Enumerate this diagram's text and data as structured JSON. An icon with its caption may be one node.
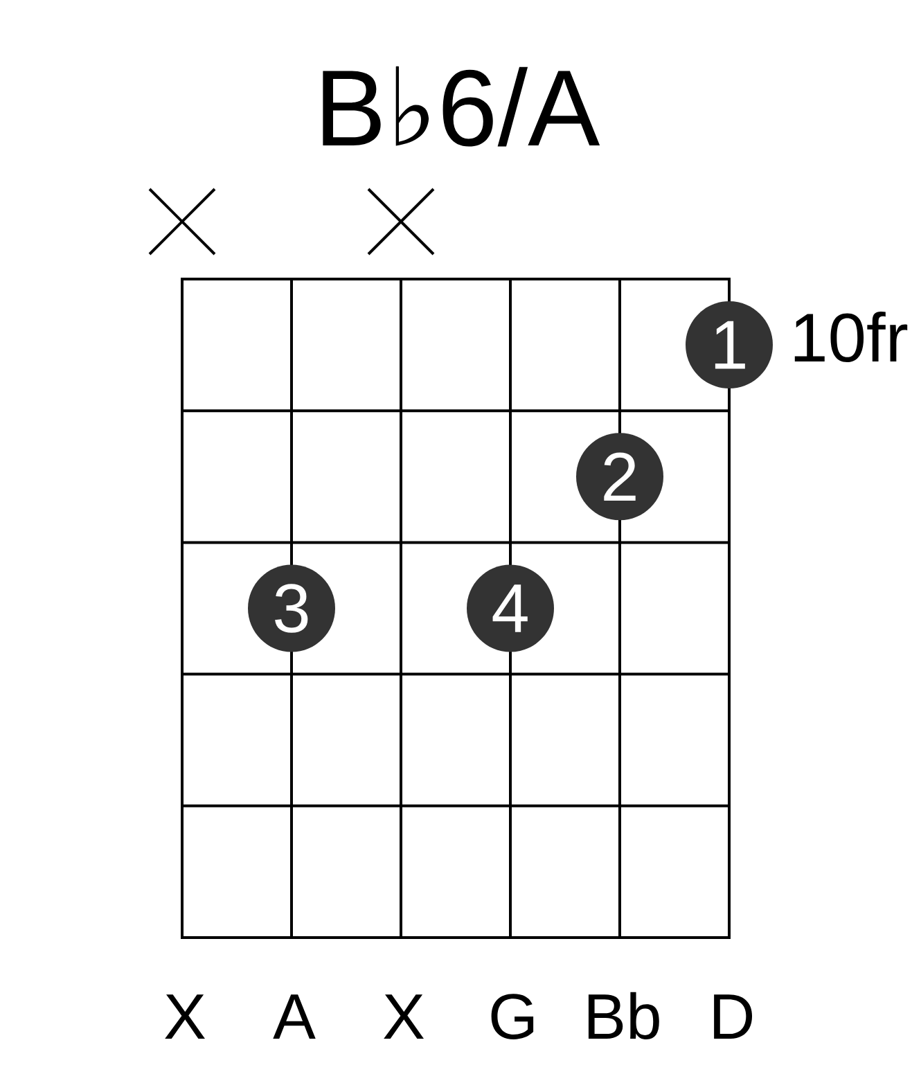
{
  "diagram": {
    "title": "B♭6/A",
    "nodes": [
      {
        "text": [
          "1"
        ]
      },
      {
        "text": [
          "2"
        ]
      },
      {
        "text": [
          "3"
        ]
      },
      {
        "text": [
          "4"
        ]
      }
    ],
    "edges": [],
    "labels": [
      "10fr",
      "X",
      "A",
      "X",
      "G",
      "Bb",
      "D"
    ]
  }
}
